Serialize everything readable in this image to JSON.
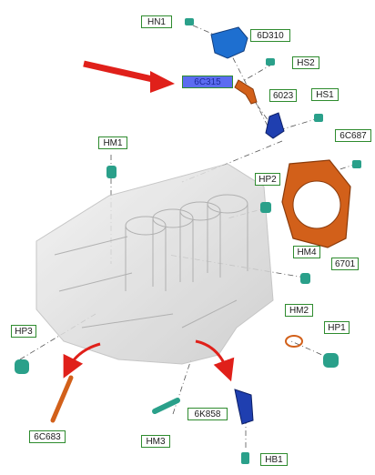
{
  "labels": {
    "hn1": "HN1",
    "6d310": "6D310",
    "hs2": "HS2",
    "6c315": "6C315",
    "6023": "6023",
    "hs1": "HS1",
    "hm1": "HM1",
    "6c687": "6C687",
    "hp2": "HP2",
    "hm4": "HM4",
    "6701": "6701",
    "hm2": "HM2",
    "hp3": "HP3",
    "hp1": "HP1",
    "6k858": "6K858",
    "6c683": "6C683",
    "hm3": "HM3",
    "hb1": "HB1"
  },
  "highlighted_part": "6C315",
  "colors": {
    "label_border": "#2e8b2e",
    "highlight_fill": "#5b6cf0",
    "pointer_arrow": "#e0201a",
    "part_orange": "#d2601a",
    "part_teal": "#2aa08a",
    "part_blue": "#1f3fb0",
    "part_cover": "#1e6fd0"
  }
}
